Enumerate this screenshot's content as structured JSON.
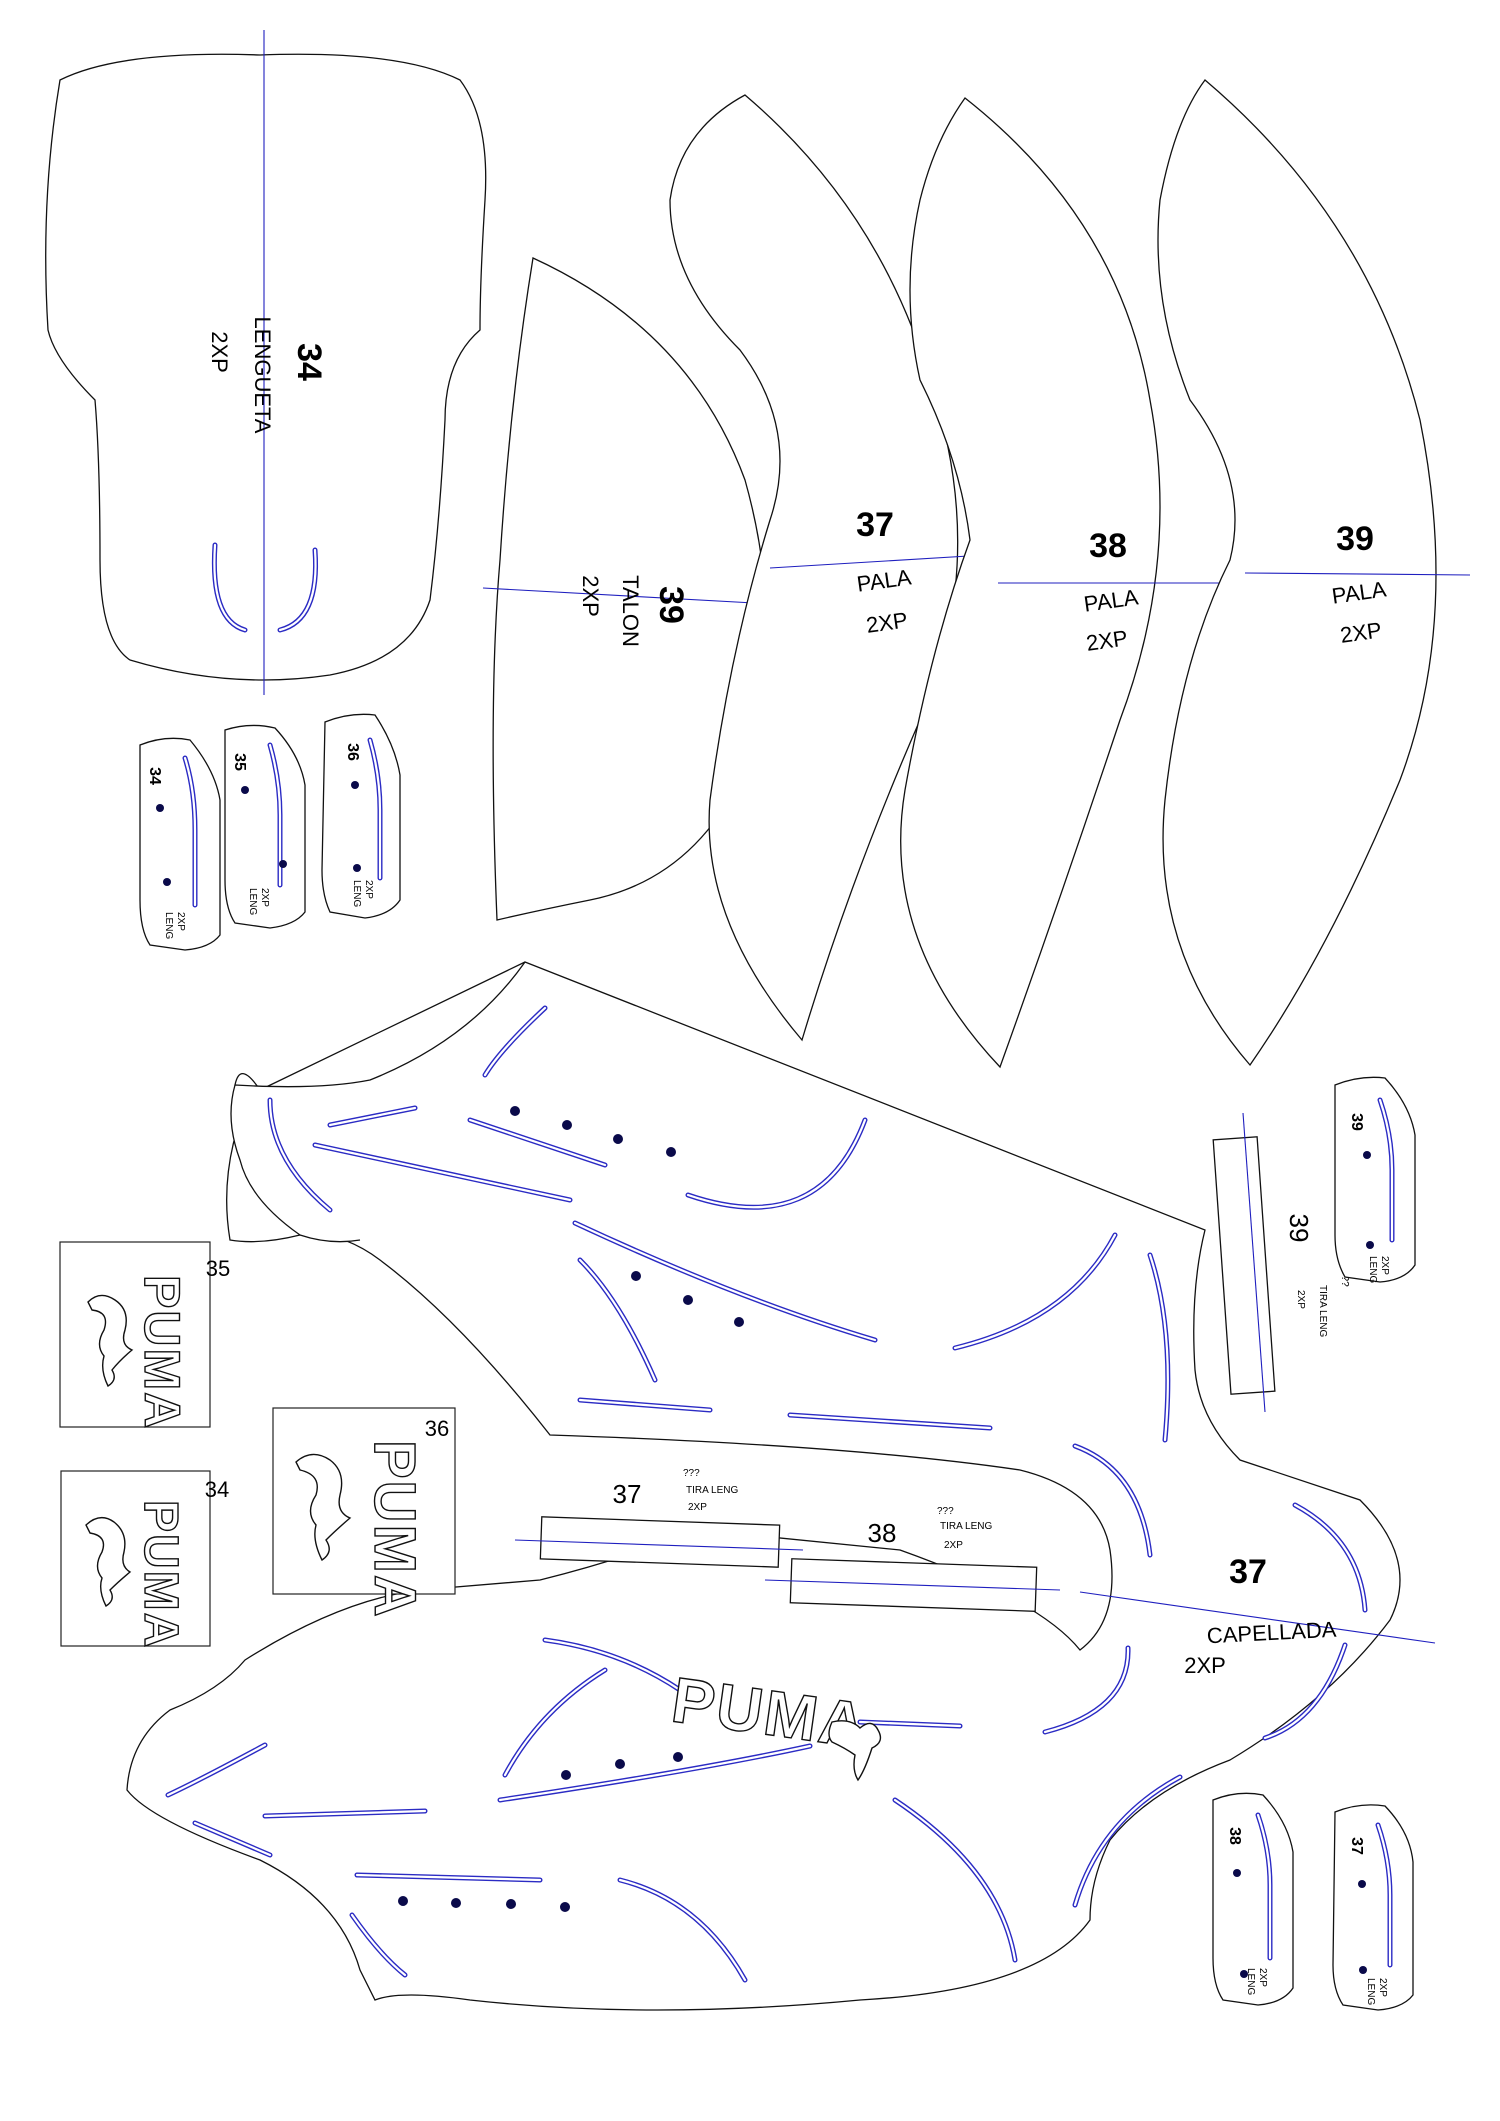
{
  "pieces": {
    "lengueta": {
      "size": "34",
      "name": "LENGUETA",
      "qty": "2XP"
    },
    "talon": {
      "size": "39",
      "name": "TALON",
      "qty": "2XP"
    },
    "pala_37": {
      "size": "37",
      "name": "PALA",
      "qty": "2XP"
    },
    "pala_38": {
      "size": "38",
      "name": "PALA",
      "qty": "2XP"
    },
    "pala_39": {
      "size": "39",
      "name": "PALA",
      "qty": "2XP"
    },
    "capellada": {
      "size": "37",
      "name": "CAPELLADA",
      "qty": "2XP"
    }
  },
  "small_tabs": [
    {
      "size": "34",
      "note_a": "2XP",
      "note_b": "LENG"
    },
    {
      "size": "35",
      "note_a": "2XP",
      "note_b": "LENG"
    },
    {
      "size": "36",
      "note_a": "2XP",
      "note_b": "LENG"
    },
    {
      "size": "39",
      "note_a": "2XP",
      "note_b": "LENG"
    },
    {
      "size": "38",
      "note_a": "2XP",
      "note_b": "LENG"
    },
    {
      "size": "37",
      "note_a": "2XP",
      "note_b": "LENG"
    }
  ],
  "tira_leng": [
    {
      "size": "37",
      "marks": "???",
      "name": "TIRA LENG",
      "qty": "2XP"
    },
    {
      "size": "38",
      "marks": "???",
      "name": "TIRA LENG",
      "qty": "2XP"
    },
    {
      "size": "39",
      "marks": "???",
      "name": "TIRA LENG",
      "qty": "2XP"
    }
  ],
  "logo_patches": [
    {
      "size": "35",
      "brand": "PUMA"
    },
    {
      "size": "34",
      "brand": "PUMA"
    },
    {
      "size": "36",
      "brand": "PUMA"
    }
  ],
  "brand_on_capellada": "PUMA",
  "colors": {
    "outline": "#111111",
    "guide": "#1f1fbf",
    "dot": "#0a0a4a"
  }
}
